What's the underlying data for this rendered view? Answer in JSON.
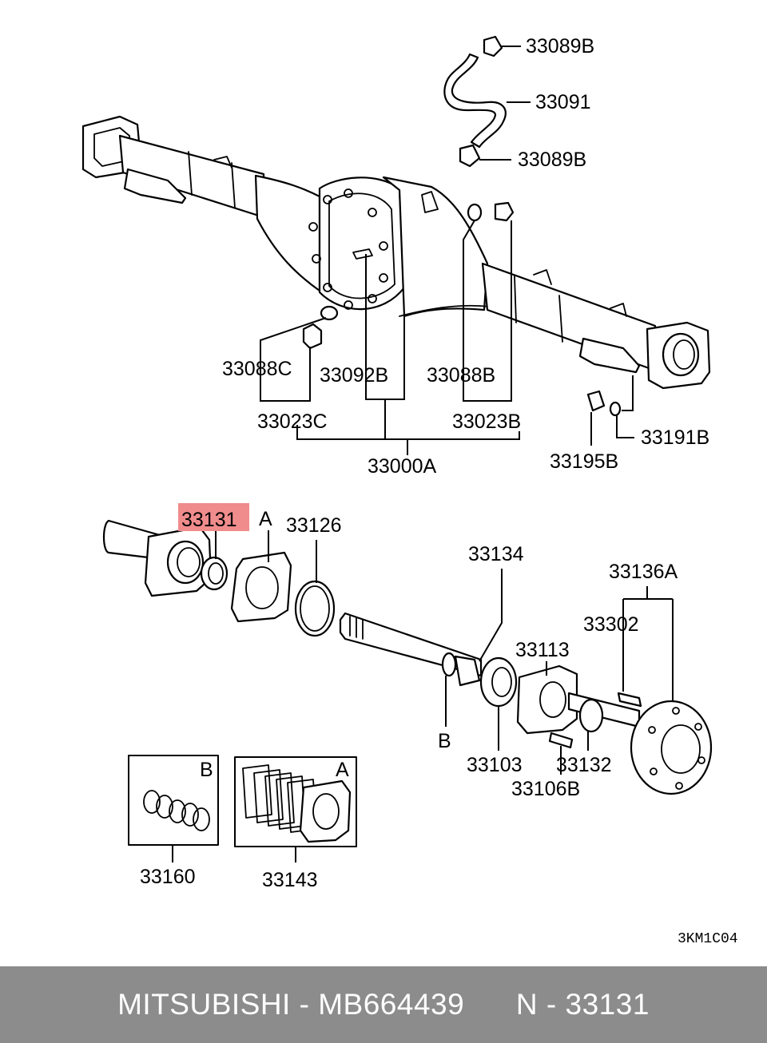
{
  "diagram": {
    "drawing_code": "3KM1C04",
    "highlight_color": "#f08c8c",
    "highlighted_part": "33131",
    "parts": {
      "p33089B_top": "33089B",
      "p33091": "33091",
      "p33089B_bottom": "33089B",
      "p33088C": "33088C",
      "p33092B": "33092B",
      "p33088B": "33088B",
      "p33023C": "33023C",
      "p33023B": "33023B",
      "p33000A": "33000A",
      "p33195B": "33195B",
      "p33191B": "33191B",
      "p33131": "33131",
      "callout_A_top": "A",
      "p33126": "33126",
      "p33134": "33134",
      "p33136A": "33136A",
      "p33302": "33302",
      "p33113": "33113",
      "callout_B": "B",
      "p33103": "33103",
      "p33132": "33132",
      "p33106B": "33106B",
      "box_B": "B",
      "box_A": "A",
      "p33160": "33160",
      "p33143": "33143"
    }
  },
  "footer": {
    "brand": "MITSUBISHI",
    "separator": " - ",
    "part_number": "MB664439",
    "gap": "      ",
    "ref_prefix": "N",
    "ref_separator": " - ",
    "ref_number": "33131"
  }
}
